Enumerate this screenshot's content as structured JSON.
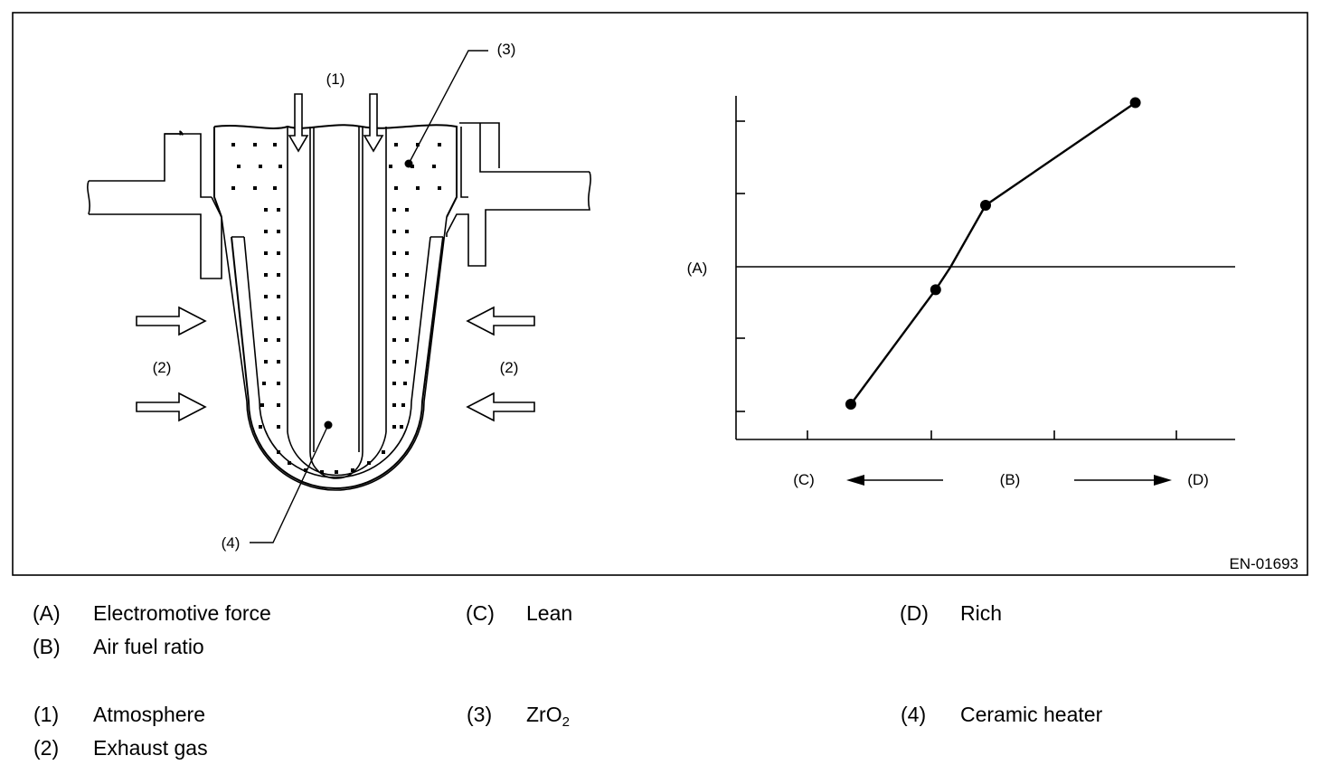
{
  "figure": {
    "code": "EN-01693",
    "diagram_labels": {
      "atmosphere": "(1)",
      "exhaust_left": "(2)",
      "exhaust_right": "(2)",
      "zro2": "(3)",
      "heater": "(4)"
    },
    "graph_labels": {
      "y_axis": "(A)",
      "x_axis": "(B)",
      "lean": "(C)",
      "rich": "(D)"
    }
  },
  "chart_data": {
    "type": "line",
    "title": "",
    "xlabel": "(B)",
    "ylabel": "(A)",
    "direction_left": "(C)",
    "direction_right": "(D)",
    "xlim": [
      0,
      10
    ],
    "ylim": [
      -5,
      5
    ],
    "grid": false,
    "series": [
      {
        "points": [
          {
            "x": 2.3,
            "y": -4.2,
            "marker": true
          },
          {
            "x": 4.0,
            "y": -0.7,
            "marker": true
          },
          {
            "x": 4.3,
            "y": 0.0,
            "marker": false
          },
          {
            "x": 5.0,
            "y": 1.8,
            "marker": true
          },
          {
            "x": 8.0,
            "y": 4.8,
            "marker": true
          }
        ]
      }
    ]
  },
  "legend": {
    "rows": [
      [
        {
          "key": "(A)",
          "text": "Electromotive force"
        },
        {
          "key": "(C)",
          "text": "Lean"
        },
        {
          "key": "(D)",
          "text": "Rich"
        }
      ],
      [
        {
          "key": "(B)",
          "text": "Air fuel ratio"
        }
      ],
      [
        {
          "key": "(1)",
          "text": "Atmosphere"
        },
        {
          "key": "(3)",
          "text": "ZrO",
          "sub": "2"
        },
        {
          "key": "(4)",
          "text": "Ceramic heater"
        }
      ],
      [
        {
          "key": "(2)",
          "text": "Exhaust gas"
        }
      ]
    ]
  }
}
